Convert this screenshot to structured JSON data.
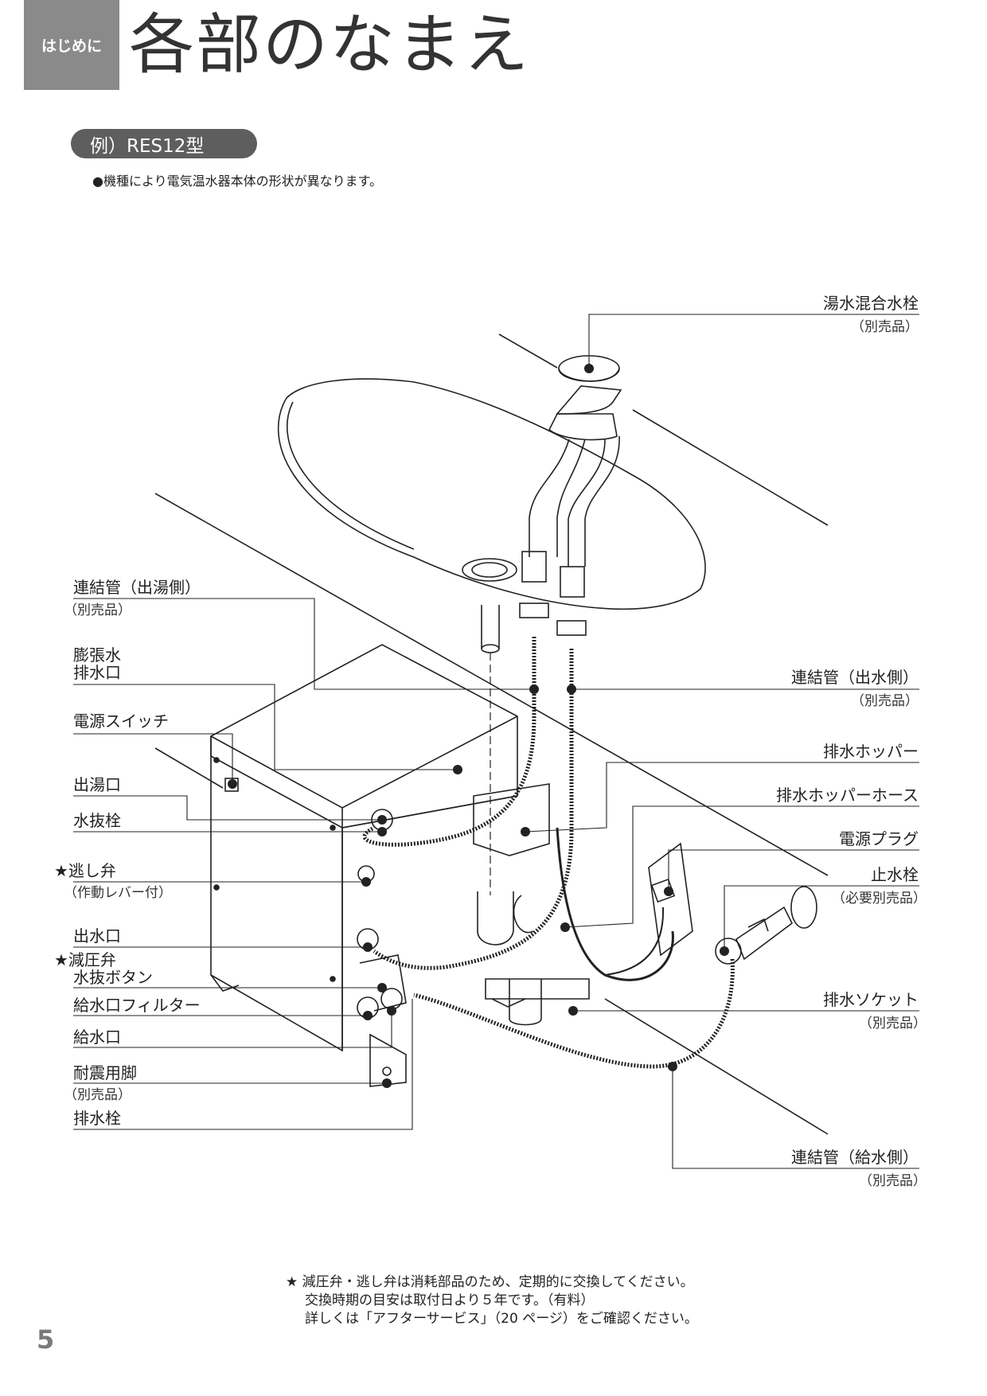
{
  "header": {
    "section_tab": "はじめに",
    "title": "各部のなまえ"
  },
  "example_label": "例）RES12型",
  "note": "●機種により電気温水器本体の形状が異なります。",
  "left_labels": [
    {
      "label": "連結管（出湯側）",
      "sub": "（別売品）"
    },
    {
      "label": "膨張水",
      "label2": "排水口"
    },
    {
      "label": "電源スイッチ"
    },
    {
      "label": "出湯口"
    },
    {
      "label": "水抜栓"
    },
    {
      "label": "★逃し弁",
      "sub": "（作動レバー付）"
    },
    {
      "label": "出水口"
    },
    {
      "label": "★減圧弁",
      "label2": "水抜ボタン"
    },
    {
      "label": "給水口フィルター"
    },
    {
      "label": "給水口"
    },
    {
      "label": "耐震用脚",
      "sub": "（別売品）"
    },
    {
      "label": "排水栓"
    }
  ],
  "right_labels": [
    {
      "label": "湯水混合水栓",
      "sub": "（別売品）"
    },
    {
      "label": "連結管（出水側）",
      "sub": "（別売品）"
    },
    {
      "label": "排水ホッパー"
    },
    {
      "label": "排水ホッパーホース"
    },
    {
      "label": "電源プラグ"
    },
    {
      "label": "止水栓",
      "sub": "（必要別売品）"
    },
    {
      "label": "排水ソケット",
      "sub": "（別売品）"
    },
    {
      "label": "連結管（給水側）",
      "sub": "（別売品）"
    }
  ],
  "footnote": {
    "line1": "★ 減圧弁・逃し弁は消耗部品のため、定期的に交換してください。",
    "line2": "交換時期の目安は取付日より５年です。（有料）",
    "line3": "詳しくは「アフターサービス」（20 ページ）をご確認ください。"
  },
  "page_number": "5"
}
